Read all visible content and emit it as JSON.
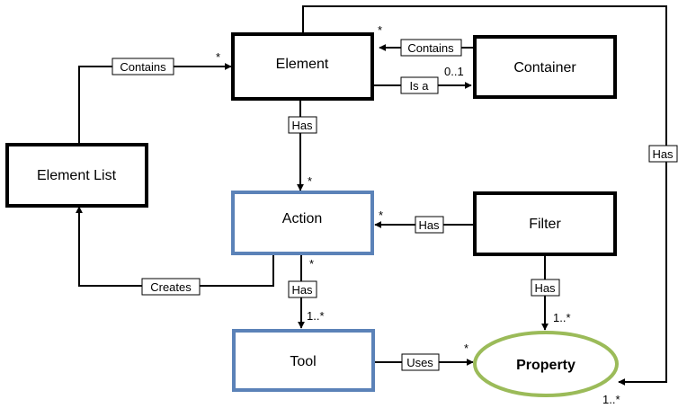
{
  "nodes": {
    "element": "Element",
    "container": "Container",
    "element_list": "Element List",
    "action": "Action",
    "filter": "Filter",
    "tool": "Tool",
    "property": "Property"
  },
  "edge_labels": {
    "contains_container_element": "Contains",
    "isa_element_container": "Is a",
    "contains_list_element": "Contains",
    "has_element_action": "Has",
    "has_filter_action": "Has",
    "creates_action_list": "Creates",
    "has_action_tool": "Has",
    "has_filter_property": "Has",
    "uses_tool_property": "Uses",
    "has_element_property": "Has"
  },
  "multiplicities": {
    "element_top_right": "*",
    "container_left": "0..1",
    "element_left": "*",
    "action_top": "*",
    "action_right": "*",
    "action_bottom": "*",
    "tool_top": "1..*",
    "property_top": "1..*",
    "property_left": "*",
    "property_bottom_right": "1..*"
  },
  "colors": {
    "black_border": "#000000",
    "blue_border": "#5b82b8",
    "green_border": "#9bbb59"
  }
}
